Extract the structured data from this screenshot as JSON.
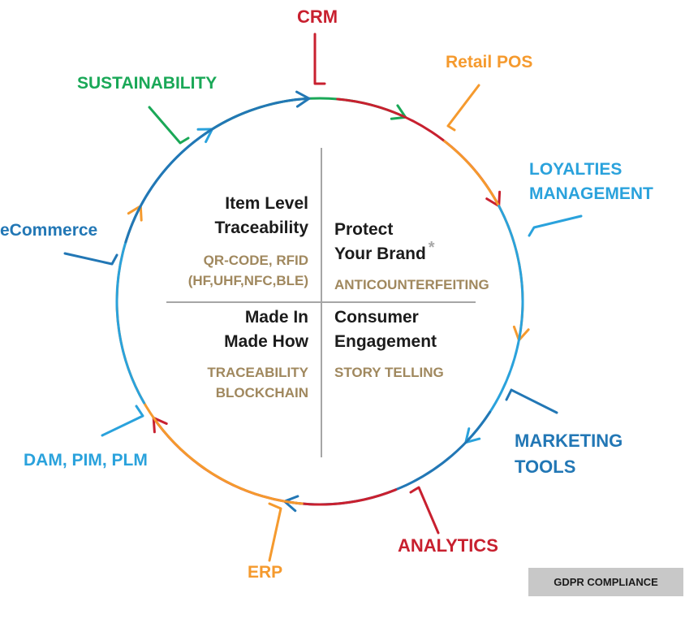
{
  "ring_labels": {
    "crm": "CRM",
    "retail_pos": "Retail POS",
    "loyalties": "LOYALTIES",
    "management": "MANAGEMENT",
    "marketing": "MARKETING",
    "tools": "TOOLS",
    "analytics": "ANALYTICS",
    "erp": "ERP",
    "dam_pim_plm": "DAM, PIM, PLM",
    "ecommerce": "eCommerce",
    "sustainability": "SUSTAINABILITY"
  },
  "quadrants": {
    "top_left": {
      "title_line1": "Item Level",
      "title_line2": "Traceability",
      "sub_line1": "QR-CODE, RFID",
      "sub_line2": "(HF,UHF,NFC,BLE)"
    },
    "top_right": {
      "title_line1": "Protect",
      "title_line2": "Your Brand",
      "marker": "*",
      "sub_line1": "ANTICOUNTERFEITING"
    },
    "bottom_left": {
      "title_line1": "Made In",
      "title_line2": "Made How",
      "sub_line1": "TRACEABILITY",
      "sub_line2": "BLOCKCHAIN"
    },
    "bottom_right": {
      "title_line1": "Consumer",
      "title_line2": "Engagement",
      "sub_line1": "STORY TELLING"
    }
  },
  "badge": {
    "label": "GDPR COMPLIANCE"
  },
  "colors": {
    "red": "#c8202f",
    "orange": "#f59a2e",
    "light_blue": "#2aa2dc",
    "dark_blue": "#2277b5",
    "green": "#1aa857",
    "gold": "#a0885e",
    "divider": "#a6a6a6",
    "badge_bg": "#c8c8c8"
  },
  "icons": {
    "arc_arrow": "arrowhead-icon"
  }
}
